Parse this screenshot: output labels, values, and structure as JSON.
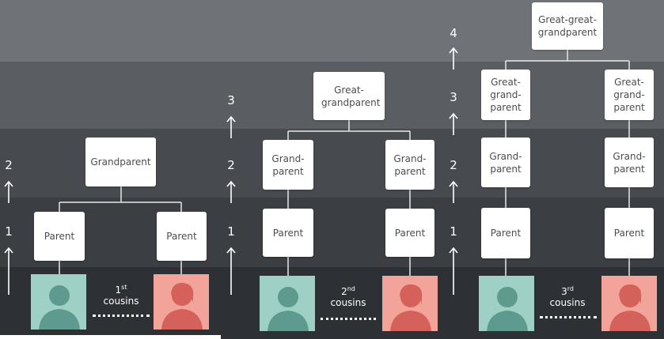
{
  "colors": {
    "teal_person": "#9fd0c5",
    "pink_person": "#f2a39a",
    "box": "#ffffff"
  },
  "diagrams": [
    {
      "levels": [
        "1",
        "2"
      ],
      "top": "Grandparent",
      "parents": [
        "Parent",
        "Parent"
      ],
      "cousin": {
        "ordinal": "1",
        "suffix": "st",
        "label": "cousins"
      }
    },
    {
      "levels": [
        "1",
        "2",
        "3"
      ],
      "top": "Great-grandparent",
      "grands": [
        "Grand-parent",
        "Grand-parent"
      ],
      "parents": [
        "Parent",
        "Parent"
      ],
      "cousin": {
        "ordinal": "2",
        "suffix": "nd",
        "label": "cousins"
      }
    },
    {
      "levels": [
        "1",
        "2",
        "3",
        "4"
      ],
      "top": "Great-great-grandparent",
      "greats": [
        "Great-grand-parent",
        "Great-grand-parent"
      ],
      "grands": [
        "Grand-parent",
        "Grand-parent"
      ],
      "parents": [
        "Parent",
        "Parent"
      ],
      "cousin": {
        "ordinal": "3",
        "suffix": "rd",
        "label": "cousins"
      }
    }
  ]
}
